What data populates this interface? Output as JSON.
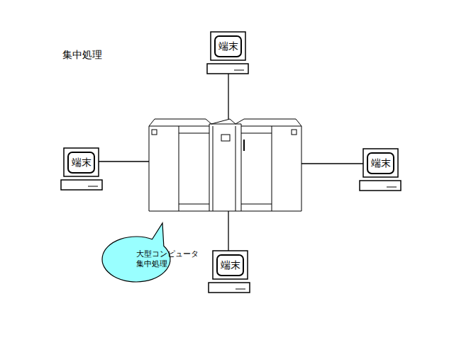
{
  "diagram": {
    "title": "集中処理",
    "nodes": [
      {
        "text": [
          "端末"
        ]
      },
      {
        "text": [
          "端末"
        ]
      },
      {
        "text": [
          "端末"
        ]
      },
      {
        "text": [
          "大型コンピュータ 集中処理"
        ]
      },
      {
        "text": [
          "端末"
        ]
      }
    ]
  }
}
